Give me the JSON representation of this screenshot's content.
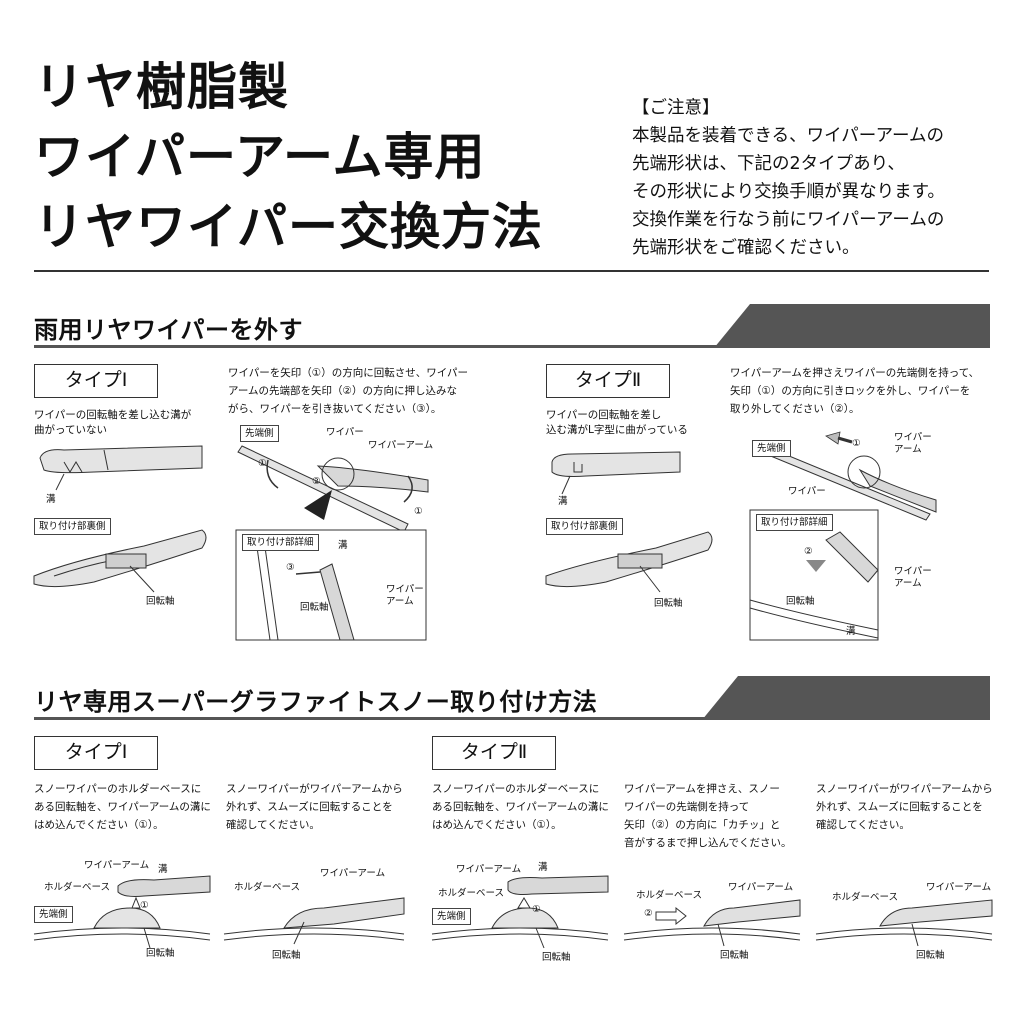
{
  "title": {
    "line1": "リヤ樹脂製",
    "line2": "ワイパーアーム専用",
    "line3": "リヤワイパー交換方法"
  },
  "notice": {
    "heading": "【ご注意】",
    "lines": [
      "本製品を装着できる、ワイパーアームの",
      "先端形状は、下記の2タイプあり、",
      "その形状により交換手順が異なります。",
      "交換作業を行なう前にワイパーアームの",
      "先端形状をご確認ください。"
    ]
  },
  "section1": {
    "heading": "雨用リヤワイパーを外す",
    "type1": {
      "label": "タイプⅠ",
      "desc": [
        "ワイパーの回転軸を差し込む溝が",
        "曲がっていない"
      ],
      "groove": "溝",
      "back_tag": "取り付け部裏側",
      "pivot": "回転軸",
      "step_text": [
        "ワイパーを矢印（①）の方向に回転させ、ワイパー",
        "アームの先端部を矢印（②）の方向に押し込みな",
        "がら、ワイパーを引き抜いてください（③）。"
      ],
      "tip_tag": "先端側",
      "wiper": "ワイパー",
      "arm": "ワイパーアーム",
      "detail_tag": "取り付け部詳細",
      "detail_groove": "溝",
      "detail_arm": [
        "ワイパー",
        "アーム"
      ],
      "detail_pivot": "回転軸",
      "n1": "①",
      "n2": "②",
      "n3": "③"
    },
    "type2": {
      "label": "タイプⅡ",
      "desc": [
        "ワイパーの回転軸を差し",
        "込む溝がL字型に曲がっている"
      ],
      "groove": "溝",
      "back_tag": "取り付け部裏側",
      "pivot": "回転軸",
      "step_text": [
        "ワイパーアームを押さえワイパーの先端側を持って、",
        "矢印（①）の方向に引きロックを外し、ワイパーを",
        "取り外してください（②）。"
      ],
      "tip_tag": "先端側",
      "wiper": "ワイパー",
      "arm": [
        "ワイパー",
        "アーム"
      ],
      "detail_tag": "取り付け部詳細",
      "detail_arm": [
        "ワイパー",
        "アーム"
      ],
      "detail_pivot": "回転軸",
      "detail_groove": "溝",
      "n1": "①",
      "n2": "②"
    }
  },
  "section2": {
    "heading": "リヤ専用スーパーグラファイトスノー取り付け方法",
    "type1": {
      "label": "タイプⅠ",
      "text_a": [
        "スノーワイパーのホルダーベースに",
        "ある回転軸を、ワイパーアームの溝に",
        "はめ込んでください（①）。"
      ],
      "text_b": [
        "スノーワイパーがワイパーアームから",
        "外れず、スムーズに回転することを",
        "確認してください。"
      ],
      "arm": "ワイパーアーム",
      "groove": "溝",
      "holder": "ホルダーベース",
      "tip_tag": "先端側",
      "pivot": "回転軸",
      "n1": "①"
    },
    "type2": {
      "label": "タイプⅡ",
      "text_a": [
        "スノーワイパーのホルダーベースに",
        "ある回転軸を、ワイパーアームの溝に",
        "はめ込んでください（①）。"
      ],
      "text_b": [
        "ワイパーアームを押さえ、スノー",
        "ワイパーの先端側を持って",
        "矢印（②）の方向に「カチッ」と",
        "音がするまで押し込んでください。"
      ],
      "text_c": [
        "スノーワイパーがワイパーアームから",
        "外れず、スムーズに回転することを",
        "確認してください。"
      ],
      "arm": "ワイパーアーム",
      "groove": "溝",
      "holder": "ホルダーベース",
      "tip_tag": "先端側",
      "pivot": "回転軸",
      "n1": "①",
      "n2": "②"
    }
  }
}
